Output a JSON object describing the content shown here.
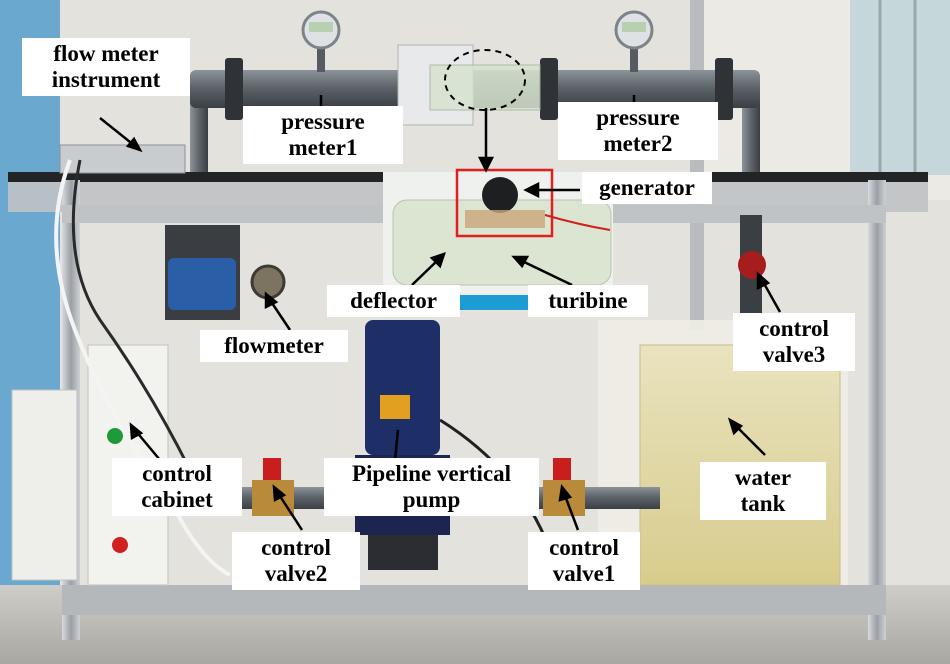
{
  "labels": {
    "flow_meter_instrument": [
      "flow meter",
      "instrument"
    ],
    "pressure_meter1": [
      "pressure",
      "meter1"
    ],
    "pressure_meter2": [
      "pressure",
      "meter2"
    ],
    "generator": "generator",
    "deflector": "deflector",
    "turbine": "turibine",
    "flowmeter": "flowmeter",
    "control_valve3": [
      "control",
      "valve3"
    ],
    "control_cabinet": [
      "control",
      "cabinet"
    ],
    "pipeline_vertical_pump": [
      "Pipeline vertical",
      "pump"
    ],
    "water_tank": [
      "water",
      "tank"
    ],
    "control_valve2": [
      "control",
      "valve2"
    ],
    "control_valve1": [
      "control",
      "valve1"
    ]
  }
}
